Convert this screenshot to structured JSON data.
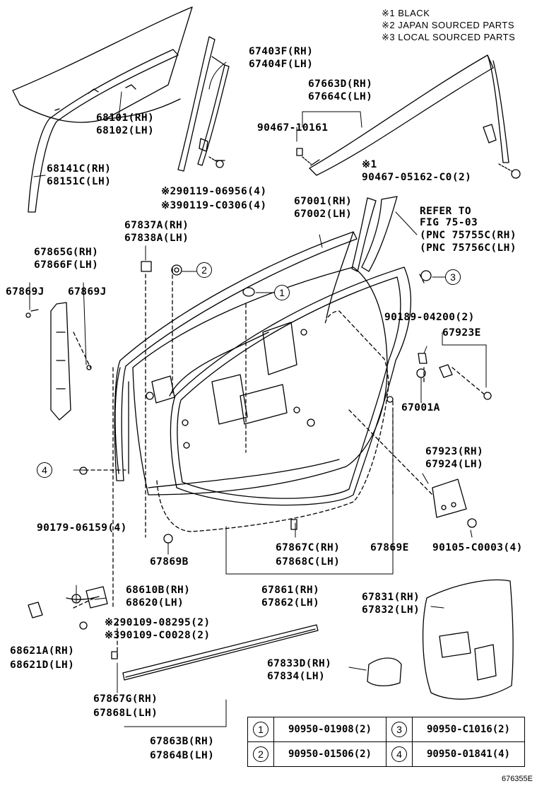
{
  "notes": [
    "※1 BLACK",
    "※2 JAPAN SOURCED PARTS",
    "※3 LOCAL SOURCED PARTS"
  ],
  "labels": {
    "p67403": [
      "67403F(RH)",
      "67404F(LH)"
    ],
    "p68101": [
      "68101(RH)",
      "68102(LH)"
    ],
    "p68141": [
      "68141C(RH)",
      "68151C(LH)"
    ],
    "p90119a": "※290119-06956(4)",
    "p90119b": "※390119-C0306(4)",
    "p67663": [
      "67663D(RH)",
      "67664C(LH)"
    ],
    "p90467a": "90467-10161",
    "p90467b_mark": "※1",
    "p90467b": "90467-05162-C0(2)",
    "p67837": [
      "67837A(RH)",
      "67838A(LH)"
    ],
    "p67001": [
      "67001(RH)",
      "67002(LH)"
    ],
    "refer": [
      "REFER TO",
      "FIG 75-03",
      "(PNC 75755C(RH)",
      "(PNC 75756C(LH)"
    ],
    "p67865": [
      "67865G(RH)",
      "67866F(LH)"
    ],
    "p67869j_left": "67869J",
    "p67869j_right": "67869J",
    "p90189": "90189-04200(2)",
    "p67923e": "67923E",
    "p67001a": "67001A",
    "p67923": [
      "67923(RH)",
      "67924(LH)"
    ],
    "p90179": "90179-06159(4)",
    "p67867c": [
      "67867C(RH)",
      "67868C(LH)"
    ],
    "p67869e": "67869E",
    "p90105": "90105-C0003(4)",
    "p67869b": "67869B",
    "p68610": [
      "68610B(RH)",
      "68620(LH)"
    ],
    "p67861": [
      "67861(RH)",
      "67862(LH)"
    ],
    "p67831": [
      "67831(RH)",
      "67832(LH)"
    ],
    "p90109a": "※290109-08295(2)",
    "p90109b": "※390109-C0028(2)",
    "p68621": [
      "68621A(RH)",
      "68621D(LH)"
    ],
    "p67833": [
      "67833D(RH)",
      "67834(LH)"
    ],
    "p67867g": [
      "67867G(RH)",
      "67868L(LH)"
    ],
    "p67863": [
      "67863B(RH)",
      "67864B(LH)"
    ]
  },
  "callouts": [
    "1",
    "2",
    "3",
    "4"
  ],
  "legend": [
    {
      "n1": "1",
      "v1": "90950-01908(2)",
      "n2": "3",
      "v2": "90950-C1016(2)"
    },
    {
      "n1": "2",
      "v1": "90950-01506(2)",
      "n2": "4",
      "v2": "90950-01841(4)"
    }
  ],
  "figure_id": "676355E"
}
